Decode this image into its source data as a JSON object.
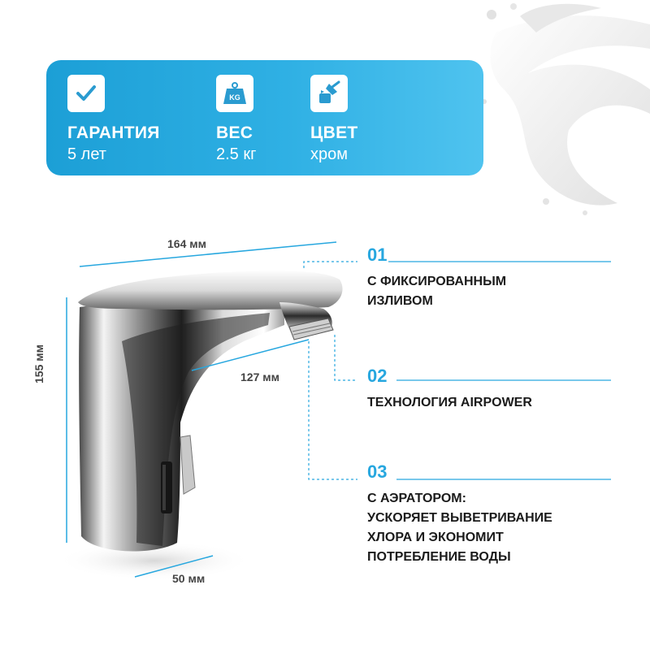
{
  "specs": [
    {
      "icon": "checkmark-icon",
      "title": "ГАРАНТИЯ",
      "value": "5 лет"
    },
    {
      "icon": "weight-kg-icon",
      "icon_text": "KG",
      "title": "ВЕС",
      "value": "2.5 кг"
    },
    {
      "icon": "paint-brush-icon",
      "title": "ЦВЕТ",
      "value": "хром"
    }
  ],
  "dimensions": {
    "length_total": "164 мм",
    "spout_reach": "127 мм",
    "base_width": "50 мм",
    "height": "155 мм"
  },
  "features": [
    {
      "num": "01",
      "lines": [
        "С ФИКСИРОВАННЫМ",
        "ИЗЛИВОМ"
      ]
    },
    {
      "num": "02",
      "lines": [
        "ТЕХНОЛОГИЯ AIRPOWER"
      ]
    },
    {
      "num": "03",
      "lines": [
        "С АЭРАТОРОМ:",
        "УСКОРЯЕТ ВЫВЕТРИВАНИЕ",
        "ХЛОРА И ЭКОНОМИТ",
        "ПОТРЕБЛЕНИЕ ВОДЫ"
      ]
    }
  ],
  "colors": {
    "accent": "#27a7df",
    "card": "#2fb0e4",
    "text": "#1b1b1b"
  }
}
